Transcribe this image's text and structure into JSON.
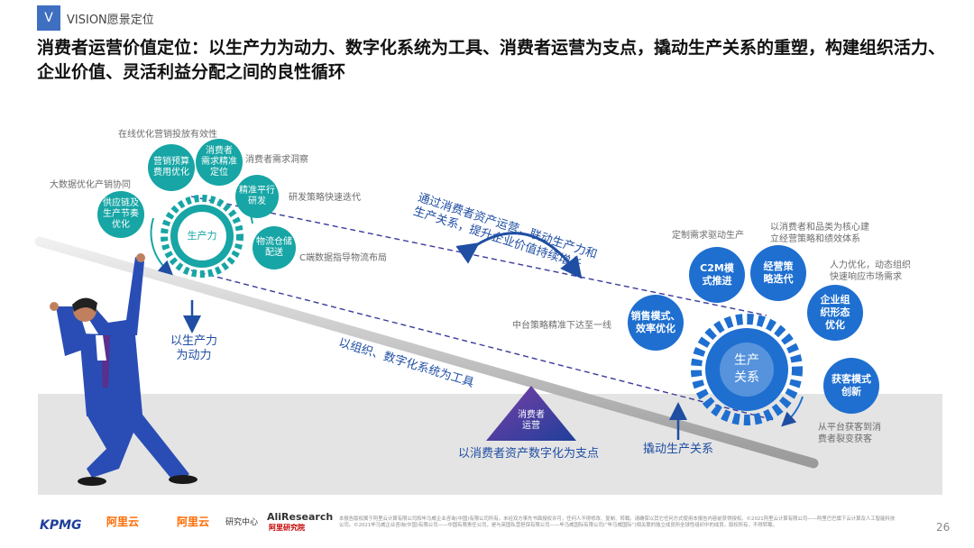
{
  "header": {
    "section_tag": "V",
    "section_label": "VISION愿景定位",
    "title": "消费者运营价值定位：以生产力为动力、数字化系统为工具、消费者运营为支点，撬动生产关系的重塑，构建组织活力、企业价值、灵活利益分配之间的良性循环"
  },
  "diagram": {
    "productivity_gear": {
      "label": "生产力",
      "circles": [
        "营销预算\n费用优化",
        "消费者\n需求精准\n定位",
        "精准平行\n研发",
        "物流仓储\n配送",
        "供应链及\n生产节奏\n优化"
      ],
      "notes": [
        "在线优化营销投放有效性",
        "消费者需求洞察",
        "研发策略快速迭代",
        "C端数据指导物流布局",
        "大数据优化产销协同"
      ]
    },
    "relations_gear": {
      "label": "生产\n关系",
      "circles": [
        "C2M模\n式推进",
        "经营策\n略迭代",
        "企业组\n织形态\n优化",
        "获客模式\n创新",
        "销售模式、\n效率优化"
      ],
      "notes": [
        "定制需求驱动生产",
        "以消费者和品类为核心建\n立经营策略和绩效体系",
        "人力优化，动态组织\n快速响应市场需求",
        "从平台获客到消\n费者裂变获客",
        "中台策略精准下达至一线"
      ]
    },
    "arrow_text_top": "通过消费者资产运营，联动生产力和\n生产关系，提升企业价值持续增长",
    "arrow_text_bottom": "以组织、数字化系统为工具",
    "productivity_driver": "以生产力\n为动力",
    "fulcrum_label": "消费者\n运营",
    "fulcrum_caption": "以消费者资产数字化为支点",
    "lever_caption": "撬动生产关系"
  },
  "footer": {
    "logos": [
      "KPMG",
      "阿里云",
      "研究中心",
      "AliResearch",
      "阿里研究院"
    ],
    "disclaimer": "本报告版权属于阿里云计算有限公司和毕马威企业咨询(中国)有限公司所有。未经双方事先书面授权许可，任何人不得修改、复制、转载。请确保以其它任何方式使用本报告内容前获得授权。©2021阿里云计算有限公司——阿里巴巴旗下云计算及人工智能科技公司。©2021毕马威企业咨询(中国)有限公司——中国有限责任公司，是与英国私营担保有限公司——毕马威国际有限公司(“毕马威国际”)相关联的独立成员所全球性组织中的成员。版权所有，不得转载。",
    "page_number": "26"
  },
  "colors": {
    "teal": "#17a5a5",
    "navy": "#1f4ea3",
    "blue": "#1e6fd0",
    "purple": "#5b2f8c"
  }
}
